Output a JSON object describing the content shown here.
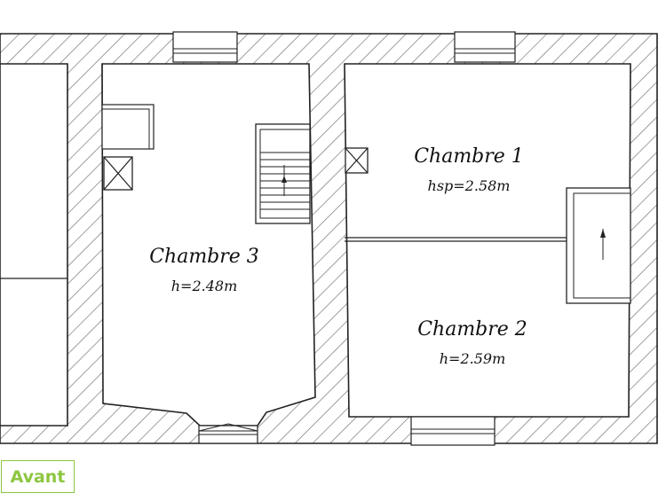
{
  "plan": {
    "rooms": [
      {
        "id": "chambre-3",
        "name": "Chambre 3",
        "height": "h=2.48m"
      },
      {
        "id": "chambre-1",
        "name": "Chambre 1",
        "height": "hsp=2.58m"
      },
      {
        "id": "chambre-2",
        "name": "Chambre 2",
        "height": "h=2.59m"
      }
    ],
    "orientation_label": "Avant",
    "colors": {
      "wall_stroke": "#222222",
      "hatch": "#777777",
      "label_accent": "#8cc63f"
    }
  }
}
